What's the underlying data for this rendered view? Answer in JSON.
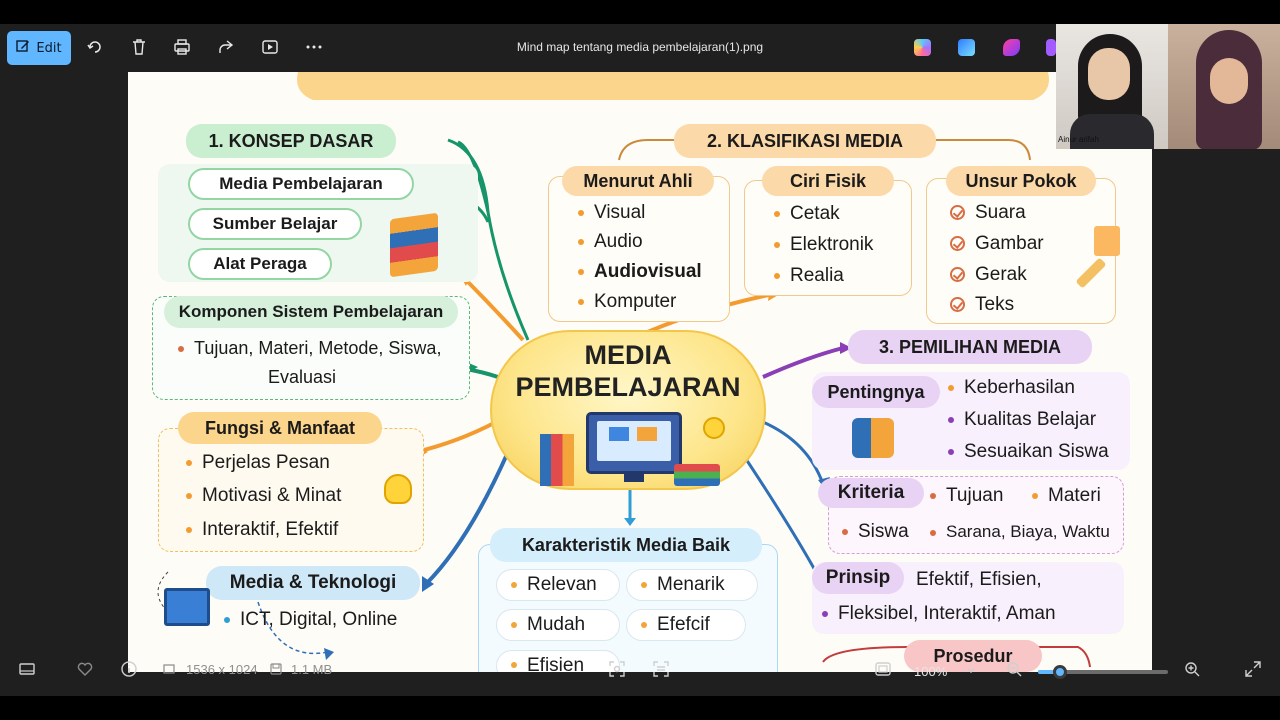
{
  "toolbar": {
    "edit_label": "Edit",
    "file_title": "Mind map tentang media pembelajaran(1).png"
  },
  "webcam": {
    "participant_name": "Ainur arifah"
  },
  "mindmap": {
    "center_title_1": "MEDIA",
    "center_title_2": "PEMBELAJARAN",
    "konsep": {
      "title": "1. KONSEP DASAR",
      "items": [
        "Media Pembelajaran",
        "Sumber Belajar",
        "Alat Peraga"
      ]
    },
    "komponen": {
      "title": "Komponen Sistem Pembelajaran",
      "line1": "Tujuan, Materi, Metode, Siswa,",
      "line2": "Evaluasi"
    },
    "fungsi": {
      "title": "Fungsi & Manfaat",
      "items": [
        "Perjelas Pesan",
        "Motivasi & Minat",
        "Interaktif, Efektif"
      ]
    },
    "teknologi": {
      "title": "Media & Teknologi",
      "item": "ICT, Digital, Online"
    },
    "klasifikasi": {
      "title": "2. KLASIFIKASI MEDIA",
      "ahli_title": "Menurut Ahli",
      "ahli_items": [
        "Visual",
        "Audio",
        "Audiovisual",
        "Komputer"
      ],
      "fisik_title": "Ciri Fisik",
      "fisik_items": [
        "Cetak",
        "Elektronik",
        "Realia"
      ],
      "pokok_title": "Unsur Pokok",
      "pokok_items": [
        "Suara",
        "Gambar",
        "Gerak",
        "Teks"
      ]
    },
    "pemilihan": {
      "title": "3. PEMILIHAN MEDIA",
      "pentingnya_title": "Pentingnya",
      "pentingnya_items": [
        "Keberhasilan",
        "Kualitas Belajar",
        "Sesuaikan Siswa"
      ],
      "kriteria_title": "Kriteria",
      "kriteria_items": [
        "Tujuan",
        "Materi",
        "Siswa",
        "Sarana, Biaya, Waktu"
      ],
      "prinsip_title": "Prinsip",
      "prinsip_line1": "Efektif, Efisien,",
      "prinsip_line2": "Fleksibel, Interaktif, Aman",
      "prosedur_title": "Prosedur"
    },
    "karakteristik": {
      "title": "Karakteristik Media Baik",
      "items": [
        "Relevan",
        "Menarik",
        "Mudah",
        "Efefcif",
        "Efisien"
      ]
    }
  },
  "bottombar": {
    "dimensions": "1536 x 1024",
    "file_size": "1.1 MB",
    "zoom": "100%",
    "zoom_fraction": 0.17
  },
  "colors": {
    "accent": "#60b7ff",
    "konsep": "#c9efd0",
    "klasifikasi": "#fcd9a8",
    "pemilihan": "#e9d3f5",
    "karakteristik": "#d5eefb",
    "prosedur": "#f8c6c6"
  }
}
